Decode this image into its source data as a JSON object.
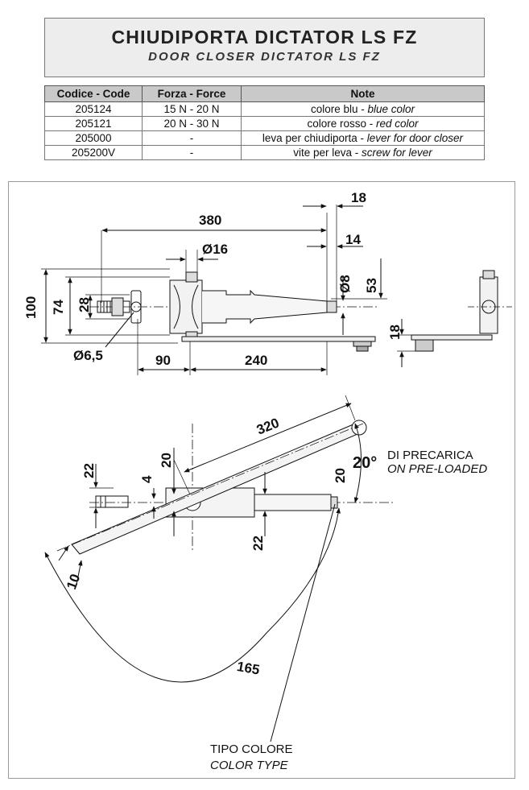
{
  "header": {
    "title": "CHIUDIPORTA DICTATOR LS FZ",
    "subtitle": "DOOR CLOSER DICTATOR LS FZ"
  },
  "table": {
    "columns": [
      "Codice - Code",
      "Forza - Force",
      "Note"
    ],
    "rows": [
      {
        "code": "205124",
        "force": "15 N - 20 N",
        "note_it": "colore blu",
        "sep": " - ",
        "note_en": "blue color"
      },
      {
        "code": "205121",
        "force": "20 N - 30 N",
        "note_it": "colore rosso",
        "sep": " - ",
        "note_en": "red color"
      },
      {
        "code": "205000",
        "force": "-",
        "note_it": "leva per chiudiporta",
        "sep": " - ",
        "note_en": "lever for door closer"
      },
      {
        "code": "205200V",
        "force": "-",
        "note_it": "vite per leva",
        "sep": " - ",
        "note_en": "screw for lever"
      }
    ]
  },
  "dimensions": {
    "d18_top": "18",
    "d380": "380",
    "d14": "14",
    "d16": "Ø16",
    "d8": "Ø8",
    "d53": "53",
    "d100": "100",
    "d74": "74",
    "d28": "28",
    "d18_side": "18",
    "d6_5": "Ø6,5",
    "d90": "90",
    "d240": "240",
    "d320": "320",
    "d20_lever": "20",
    "d22_left": "22",
    "d4": "4",
    "d20_angle": "20°",
    "d20_right": "20",
    "d22_mid": "22",
    "d10": "10",
    "d165": "165"
  },
  "notes": {
    "preload_it": "DI PRECARICA",
    "preload_en": "ON PRE-LOADED",
    "color_it": "TIPO COLORE",
    "color_en": "COLOR TYPE"
  }
}
